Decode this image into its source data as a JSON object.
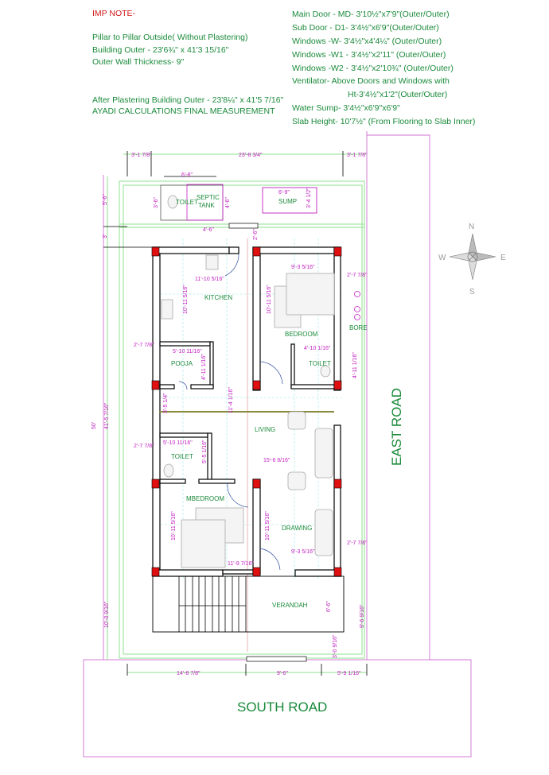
{
  "notes_left": {
    "heading": "IMP NOTE-",
    "lines": [
      "Pillar to Pillar Outside( Without Plastering)",
      "Building Outer -  23'6¾\" x 41'3 15/16\"",
      "Outer Wall Thickness- 9\"",
      "After Plastering Building Outer -  23'8¼\" x 41'5 7/16\"",
      "AYADI CALCULATIONS FINAL MEASUREMENT"
    ]
  },
  "notes_right": {
    "lines": [
      "Main Door - MD- 3'10½\"x7'9\"(Outer/Outer)",
      "Sub Door - D1- 3'4½\"x6'9\"(Outer/Outer)",
      "Windows -W- 3'4½\"x4'4¼\" (Outer/Outer)",
      "Windows -W1 - 3'4½\"x2'11\" (Outer/Outer)",
      "Windows -W2 - 3'4½\"x2'10¾\" (Outer/Outer)",
      "Ventilator-  Above Doors and Windows with",
      "Ht-3'4½\"x1'2\"(Outer/Outer)",
      "Water Sump- 3'4½\"x6'9\"x6'9\"",
      "Slab Height- 10'7½\"  (From Flooring to Slab Inner)"
    ]
  },
  "rooms": {
    "toilet_outside": "TOILET",
    "septic_1": "SEPTIC",
    "septic_2": "TANK",
    "sump": "SUMP",
    "kitchen": "KITCHEN",
    "bedroom": "BEDROOM",
    "bore": "BORE",
    "pooja": "POOJA",
    "toilet_bed": "TOILET",
    "living": "LIVING",
    "toilet_mbed": "TOILET",
    "mbedroom": "MBEDROOM",
    "drawing": "DRAWING",
    "verandah": "VERANDAH"
  },
  "roads": {
    "east": "EAST ROAD",
    "south": "SOUTH ROAD"
  },
  "compass": {
    "n": "N",
    "s": "S",
    "e": "E",
    "w": "W"
  },
  "dims": {
    "top_left": "3'-1 7/8\"",
    "top_mid": "23'-8 3/4\"",
    "top_right": "3'-1 7/8\"",
    "toilet_w": "6'-8\"",
    "toilet_h": "3'-6\"",
    "septic_h": "4'-6\"",
    "septic_gap": "4'-6\"",
    "sump_w": "6'-9\"",
    "sump_h": "3'-4 1/2\"",
    "left_5_6": "5'-6\"",
    "left_3": "3'",
    "total_h": "41'-5 7/16\"",
    "total_h2": "50'",
    "bed_gap": "2'-6\"",
    "kitchen_w": "11'-10 5/16\"",
    "kitchen_h": "10'-11 5/16\"",
    "bed_w": "9'-3 5/16\"",
    "bed_h": "10'-11 5/16\"",
    "right_top": "2'-7 7/8\"",
    "left_pooja": "2'-7 7/8\"",
    "pooja_w": "5'-10 11/16\"",
    "pooja_h": "4'-11 1/16\"",
    "toilet_bed_w": "4'-10 1/16\"",
    "toilet_bed_h": "4'-11 1/16\"",
    "pass_h": "11'-4 1/16\"",
    "pass_small": "3'-5 1/4\"",
    "living_w": "15'-6 9/16\"",
    "left_toilet": "2'-7 7/8\"",
    "toilet_mbed_w": "5'-10 11/16\"",
    "toilet_mbed_h": "5'-5 1/16\"",
    "mbed_h": "10'-11 5/16\"",
    "mbed_w": "11'-9 7/16\"",
    "draw_h": "10'-11 5/16\"",
    "draw_w": "9'-3 5/16\"",
    "right_draw": "2'-7 7/8\"",
    "ver_left": "10'-0 9/16\"",
    "ver_h": "6'-6\"",
    "ver_right": "9'-6 9/16\"",
    "ver_bottom": "3'-0 9/16\"",
    "bot_left": "14'-8 7/8\"",
    "bot_mid": "9'-6\"",
    "bot_right": "5'-9 1/16\""
  }
}
